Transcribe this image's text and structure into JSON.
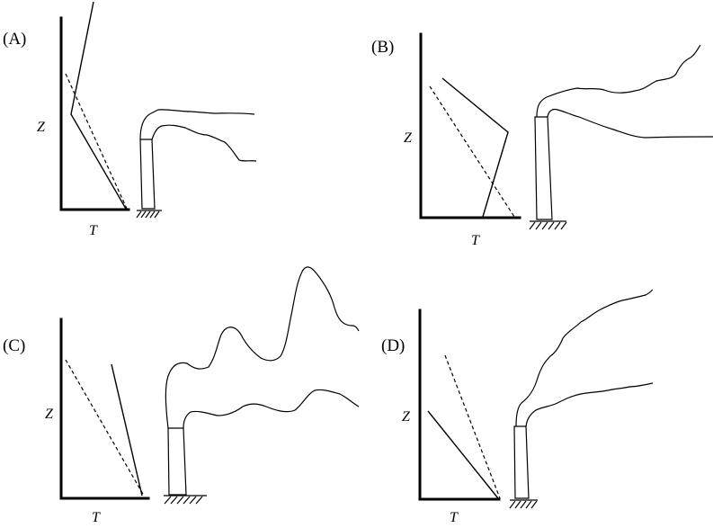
{
  "panels": [
    {
      "label": "(A)",
      "z_label": "Z",
      "t_label": "T"
    },
    {
      "label": "(B)",
      "z_label": "Z",
      "t_label": "T"
    },
    {
      "label": "(C)",
      "z_label": "Z",
      "t_label": "T"
    },
    {
      "label": "(D)",
      "z_label": "Z",
      "t_label": "T"
    }
  ]
}
